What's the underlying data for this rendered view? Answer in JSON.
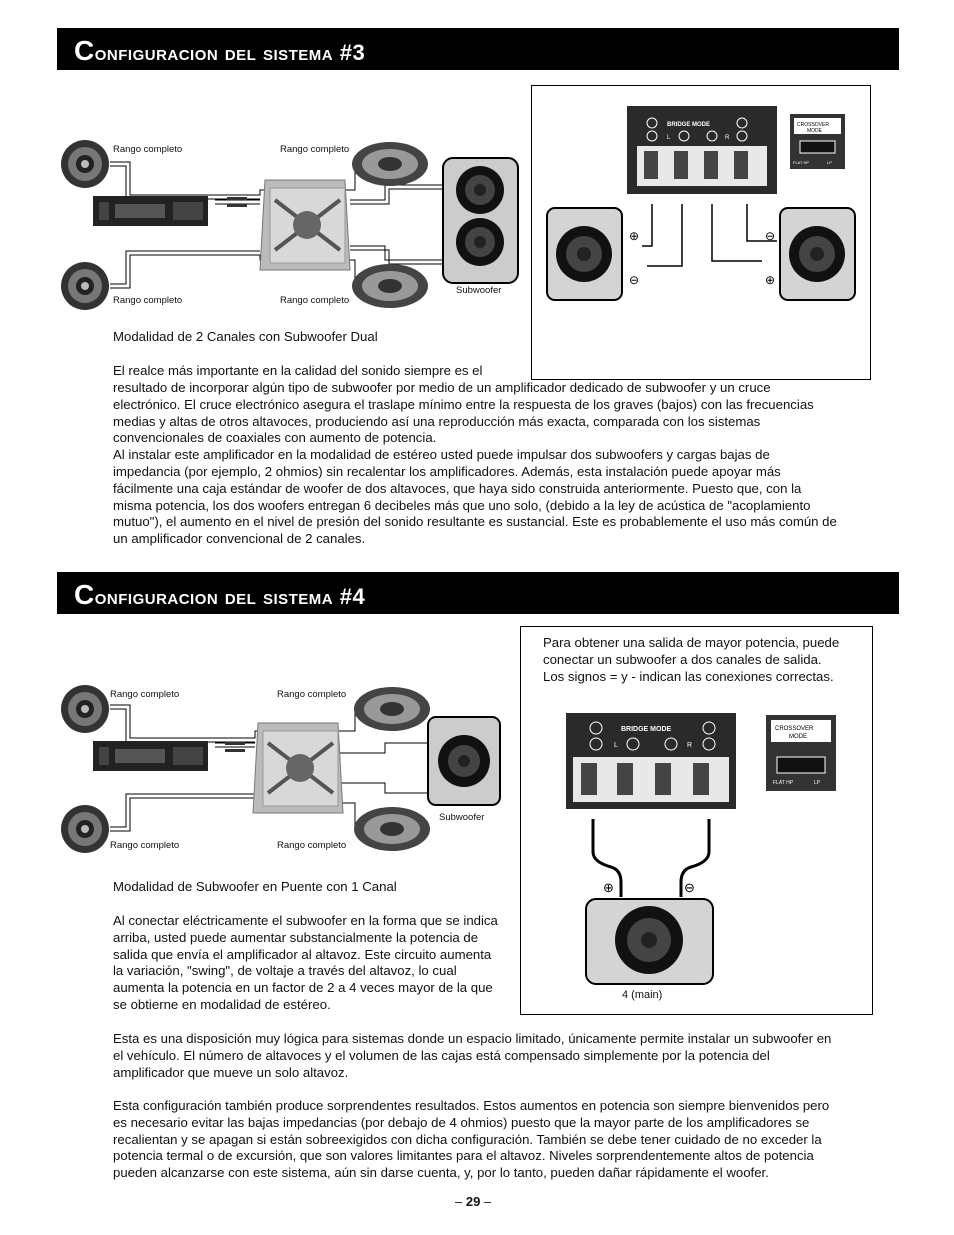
{
  "section3": {
    "title_cap": "C",
    "title_rest": "onfiguracion del sistema #3",
    "labels": {
      "rango_tl": "Rango completo",
      "rango_tr": "Rango completo",
      "rango_bl": "Rango completo",
      "rango_br": "Rango completo",
      "subwoofer": "Subwoofer"
    },
    "mode_heading": "Modalidad de 2 Canales con Subwoofer Dual",
    "para_first_line": "El realce más importante en la calidad del sonido siempre es el",
    "para_rest": "resultado de incorporar algún tipo de subwoofer por medio de un amplificador dedicado de subwoofer  y un cruce\nelectrónico. El cruce electrónico asegura el traslape mínimo entre la respuesta de los graves (bajos) con las frecuencias\nmedias y altas de otros altavoces, produciendo así una reproducción más exacta, comparada con los sistemas\nconvencionales de coaxiales con aumento de potencia.\nAl instalar este amplificador en la modalidad de estéreo usted puede impulsar dos subwoofers y cargas bajas de\nimpedancia (por ejemplo, 2 ohmios) sin recalentar los amplificadores. Además, esta instalación puede apoyar más\nfácilmente una caja estándar de woofer de dos altavoces, que haya sido construida anteriormente. Puesto que, con la\nmisma potencia, los dos woofers entregan 6 decibeles más que uno solo, (debido a la ley de acústica de \"acoplamiento\nmutuo\"), el aumento en el nivel de presión del sonido resultante es sustancial. Este es probablemente el uso más común de\nun amplificador convencional de 2 canales.",
    "panel": {
      "bridge_mode": "BRIDGE MODE",
      "l": "L",
      "r": "R",
      "crossover": "CROSSOVER",
      "mode": "MODE",
      "flat_hp": "FLAT HP",
      "lp": "LP"
    }
  },
  "section4": {
    "title_cap": "C",
    "title_rest": "onfiguracion del sistema #4",
    "labels": {
      "rango_tl": "Rango completo",
      "rango_tr": "Rango completo",
      "rango_bl": "Rango completo",
      "rango_br": "Rango completo",
      "subwoofer": "Subwoofer"
    },
    "box_text": "Para obtener una salida de mayor potencia, puede\nconectar un subwoofer a dos canales de salida.\nLos signos = y - indican las conexiones correctas.",
    "box_caption": "4    (main)",
    "mode_heading": "Modalidad de Subwoofer en Puente con 1 Canal",
    "para1": "Al conectar eléctricamente el subwoofer en la forma que se indica\narriba, usted puede aumentar substancialmente la potencia de\nsalida que envía el amplificador al altavoz. Este circuito aumenta\nla variación, \"swing\",  de voltaje a través del altavoz, lo cual\naumenta la potencia en un factor de 2 a 4 veces mayor de la que\nse obtierne en modalidad de estéreo.",
    "para2": "Esta es una disposición muy lógica para sistemas donde un espacio limitado, únicamente permite instalar un subwoofer en\nel vehículo. El número de altavoces y el volumen de las cajas está compensado simplemente por la potencia del\namplificador que mueve  un solo altavoz.",
    "para3": "Esta configuración también produce sorprendentes resultados. Estos aumentos en potencia son siempre bienvenidos pero\nes necesario evitar las bajas impedancias (por debajo de 4 ohmios) puesto que la mayor parte de los amplificadores se\nrecalientan y se apagan si están sobreexigidos con dicha configuración. También se debe tener cuidado de no exceder la\npotencia termal o de excursión, que son valores limitantes para el altavoz. Niveles sorprendentemente altos de potencia\npueden alcanzarse con este sistema, aún sin darse cuenta, y, por lo tanto, pueden dañar rápidamente el woofer.",
    "panel": {
      "bridge_mode": "BRIDGE MODE",
      "l": "L",
      "r": "R",
      "crossover": "CROSSOVER",
      "mode": "MODE",
      "flat_hp": "FLAT HP",
      "lp": "LP"
    }
  },
  "footer": {
    "page_dash_l": "– ",
    "page_number": "29",
    "page_dash_r": " –"
  },
  "colors": {
    "header_bg": "#000000",
    "header_text": "#ffffff",
    "panel_dark": "#2a2a2a",
    "sub_box": "#d4d4d4"
  }
}
